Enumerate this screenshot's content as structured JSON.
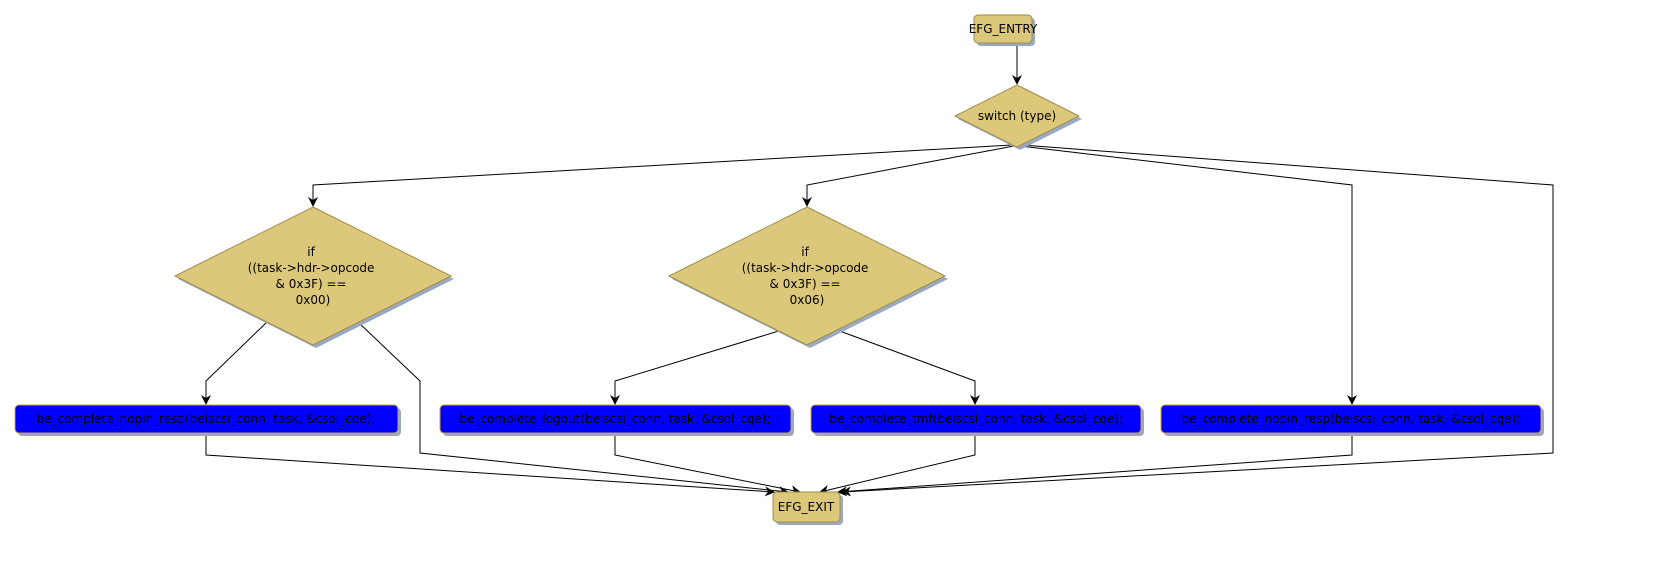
{
  "nodes": {
    "entry": "EFG_ENTRY",
    "switch": "switch (type)",
    "cond_left": [
      "if",
      "((task->hdr->opcode",
      "& 0x3F) ==",
      "0x00)"
    ],
    "cond_mid": [
      "if",
      "((task->hdr->opcode",
      "& 0x3F) ==",
      "0x06)"
    ],
    "stmt1": "be_complete_nopin_resp(beiscsi_conn, task, &csol_cqe);",
    "stmt2": "be_complete_logout(beiscsi_conn, task, &csol_cqe);",
    "stmt3": "be_complete_tmf(beiscsi_conn, task, &csol_cqe);",
    "stmt4": "be_complete_nopin_resp(beiscsi_conn, task, &csol_cqe);",
    "exit": "EFG_EXIT"
  },
  "colors": {
    "decision": "#dcc87a",
    "statement": "#0000ff",
    "shadow": "#9aa8c0"
  }
}
